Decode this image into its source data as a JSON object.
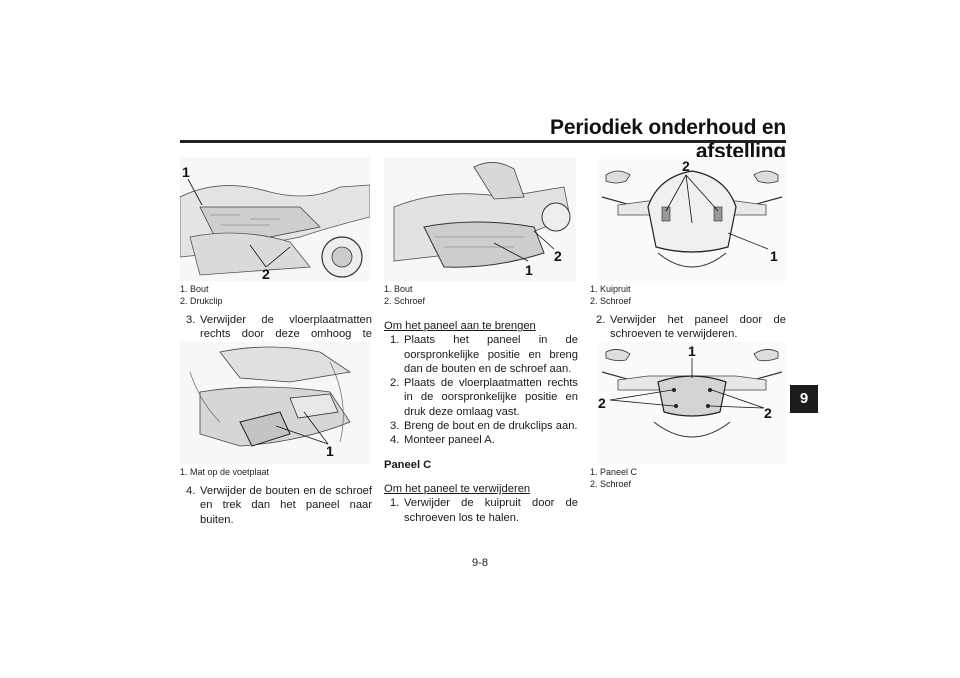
{
  "header": {
    "title": "Periodiek onderhoud en afstelling",
    "chapter": "9"
  },
  "page_number": "9-8",
  "col1": {
    "fig1": {
      "callouts": [
        "1",
        "2"
      ],
      "legend": [
        "1. Bout",
        "2. Drukclip"
      ]
    },
    "step3": {
      "num": "3.",
      "text": "Verwijder de vloerplaatmatten rechts door deze omhoog te trekken."
    },
    "fig2": {
      "callouts": [
        "1"
      ],
      "legend": [
        "1. Mat op de voetplaat"
      ]
    },
    "step4": {
      "num": "4.",
      "text": "Verwijder de bouten en de schroef en trek dan het paneel naar buiten."
    }
  },
  "col2": {
    "fig": {
      "callouts": [
        "1",
        "2"
      ],
      "legend": [
        "1. Bout",
        "2. Schroef"
      ]
    },
    "install_heading": "Om het paneel aan te brengen",
    "install_steps": [
      {
        "num": "1.",
        "text": "Plaats het paneel in de oorspronkelijke positie en breng dan de bouten en de schroef aan."
      },
      {
        "num": "2.",
        "text": "Plaats de vloerplaatmatten rechts in de oorspronkelijke positie en druk deze omlaag vast."
      },
      {
        "num": "3.",
        "text": "Breng de bout en de drukclips aan."
      },
      {
        "num": "4.",
        "text": "Monteer paneel A."
      }
    ],
    "panel_heading": "Paneel C",
    "remove_heading": "Om het paneel te verwijderen",
    "remove_steps": [
      {
        "num": "1.",
        "text": "Verwijder de kuipruit door de schroeven los te halen."
      }
    ]
  },
  "col3": {
    "fig1": {
      "callouts": [
        "2",
        "1"
      ],
      "legend": [
        "1. Kuipruit",
        "2. Schroef"
      ]
    },
    "step2": {
      "num": "2.",
      "text": "Verwijder het paneel door de schroeven te verwijderen."
    },
    "fig2": {
      "callouts": [
        "1",
        "2",
        "2"
      ],
      "legend": [
        "1. Paneel C",
        "2. Schroef"
      ]
    }
  }
}
